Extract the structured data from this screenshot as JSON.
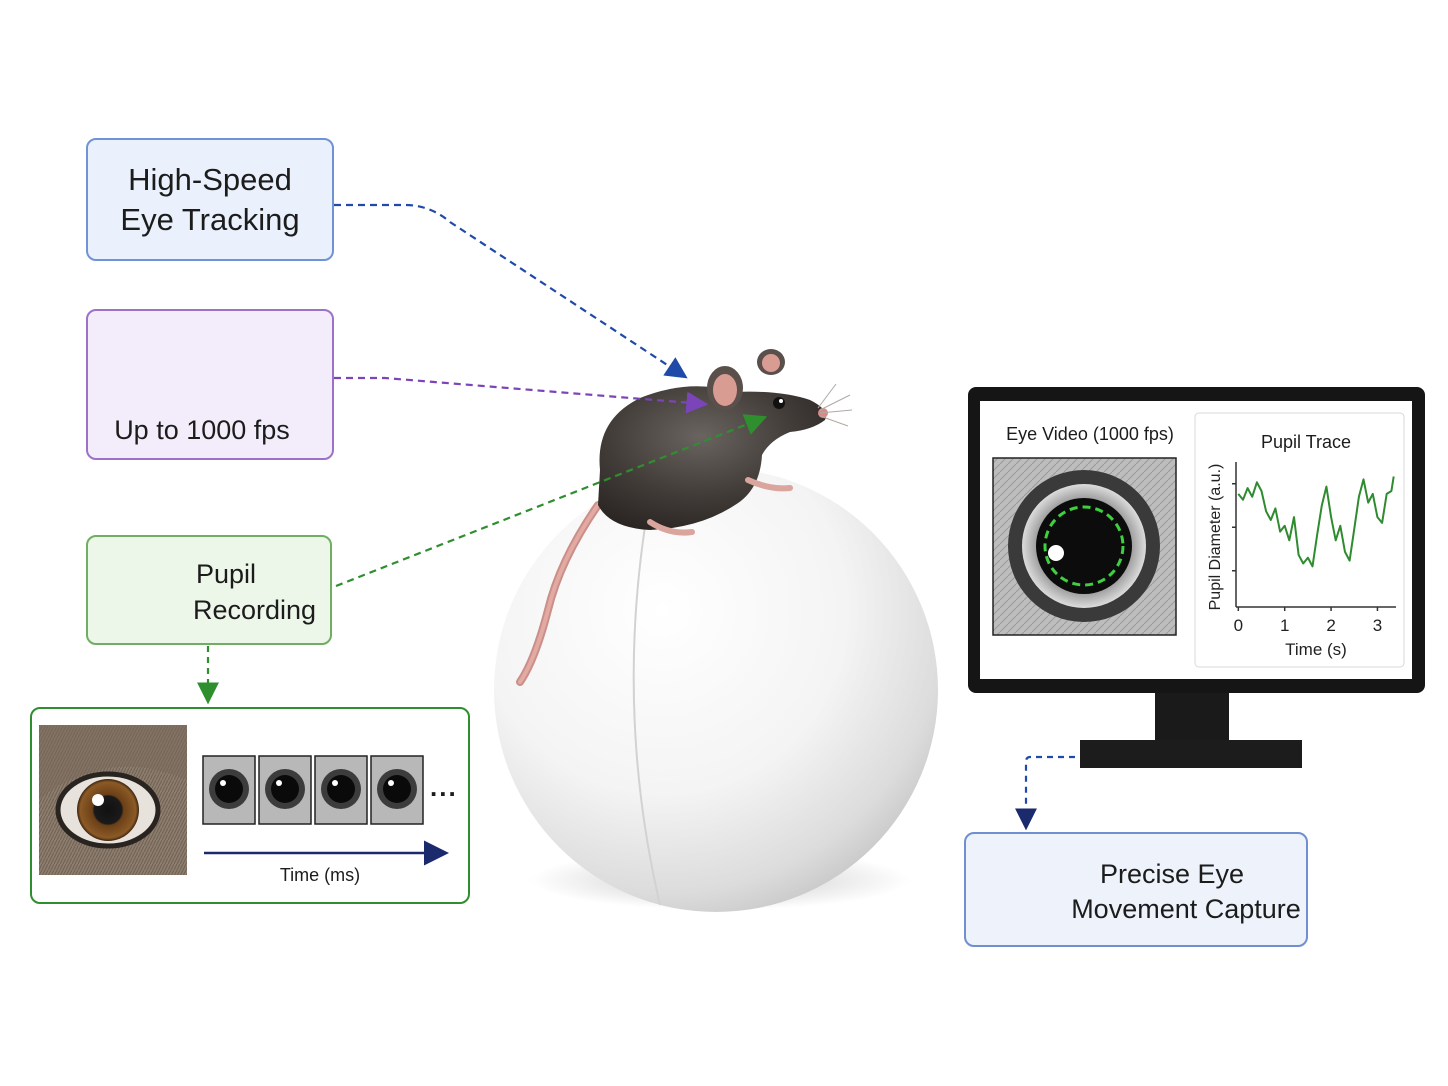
{
  "boxes": {
    "tracking": {
      "line1": "High-Speed",
      "line2": "Eye Tracking"
    },
    "fps": {
      "label": "Up to 1000 fps"
    },
    "pupil": {
      "line1": "Pupil",
      "line2": "Recording"
    },
    "capture": {
      "line1": "Precise Eye",
      "line2": "Movement Capture"
    }
  },
  "filmstrip": {
    "axis_label": "Time (ms)",
    "ellipsis": "..."
  },
  "monitor": {
    "video_title": "Eye Video (1000 fps)",
    "trace_title": "Pupil Trace",
    "chart_data": {
      "type": "line",
      "title": "Pupil Trace",
      "xlabel": "Time (s)",
      "ylabel": "Pupil Diameter (a.u.)",
      "xticks": [
        "0",
        "1",
        "2",
        "3"
      ],
      "xlim": [
        -0.05,
        3.4
      ],
      "ylim": [
        0,
        1
      ],
      "grid": false,
      "series": [
        {
          "color": "#2e8b2e",
          "x": [
            0,
            0.1,
            0.2,
            0.3,
            0.4,
            0.5,
            0.6,
            0.7,
            0.8,
            0.9,
            1.0,
            1.1,
            1.2,
            1.3,
            1.4,
            1.5,
            1.6,
            1.7,
            1.8,
            1.9,
            2.0,
            2.1,
            2.2,
            2.3,
            2.4,
            2.5,
            2.6,
            2.7,
            2.8,
            2.9,
            3.0,
            3.1,
            3.2,
            3.3,
            3.35
          ],
          "y": [
            0.78,
            0.74,
            0.82,
            0.76,
            0.86,
            0.8,
            0.66,
            0.6,
            0.68,
            0.52,
            0.56,
            0.46,
            0.62,
            0.36,
            0.3,
            0.34,
            0.28,
            0.5,
            0.7,
            0.83,
            0.62,
            0.46,
            0.56,
            0.38,
            0.32,
            0.54,
            0.76,
            0.88,
            0.72,
            0.78,
            0.62,
            0.58,
            0.78,
            0.8,
            0.9
          ]
        }
      ]
    }
  },
  "colors": {
    "blue": "#1f4aa8",
    "purple": "#7b44b8",
    "green": "#2f8f2f",
    "navy": "#1a2a6c"
  }
}
